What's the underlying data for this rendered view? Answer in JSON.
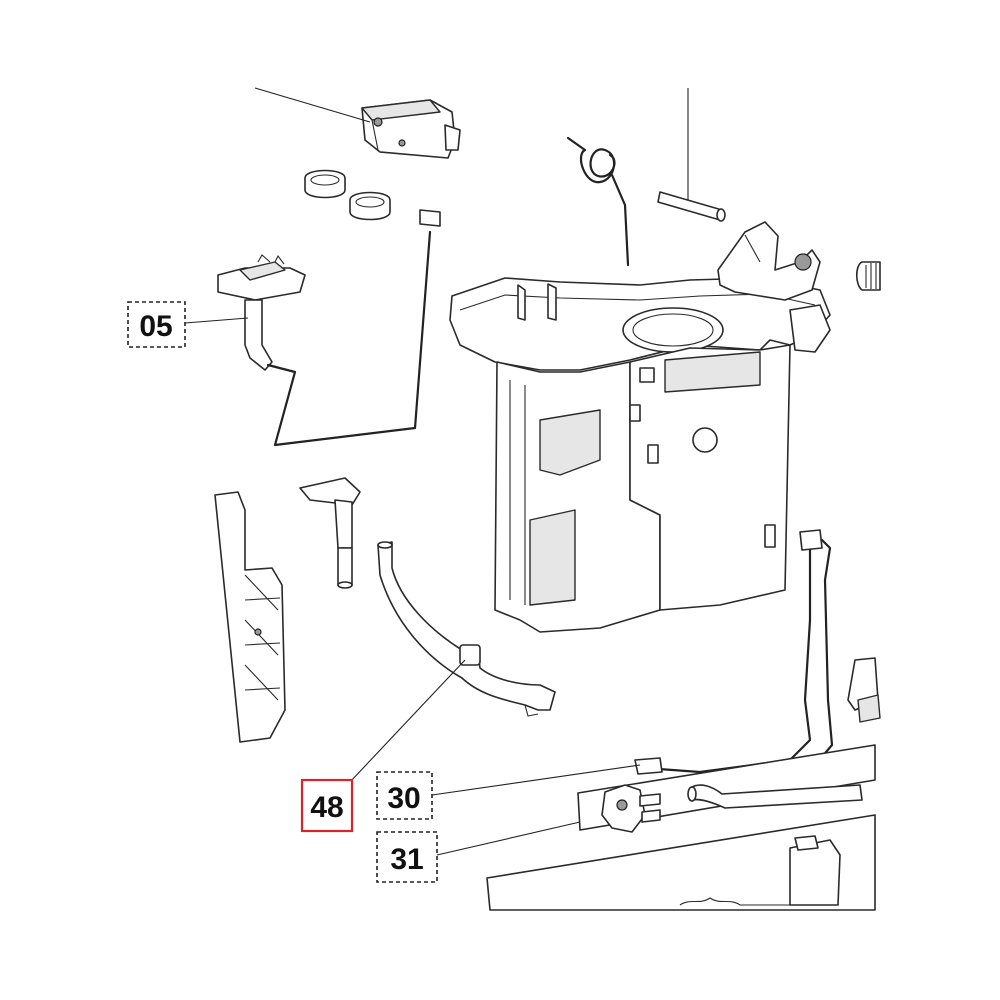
{
  "diagram": {
    "callouts": [
      {
        "id": "05",
        "label": "05",
        "selected": false
      },
      {
        "id": "48",
        "label": "48",
        "selected": true
      },
      {
        "id": "30",
        "label": "30",
        "selected": false
      },
      {
        "id": "31",
        "label": "31",
        "selected": false
      }
    ],
    "colors": {
      "line": "#2a2a2a",
      "selected_outline": "#d9232d",
      "background": "#ffffff"
    }
  }
}
